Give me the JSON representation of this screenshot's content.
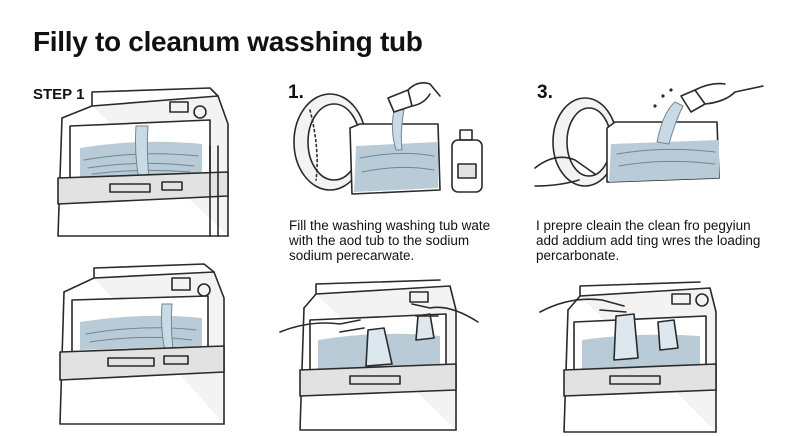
{
  "title": "Filly to cleanum wasshing tub",
  "steps": {
    "step1_label": "STEP 1",
    "step2_label": "1.",
    "step3_label": "3."
  },
  "captions": {
    "step2": "Fill the washing washing tub wate\nwith the aod tub to the sodium\nsodium perecarwate.",
    "step3": "I prepre cleain the clean fro pegyiun\nadd addium add ting wres the loading\npercarbonate."
  },
  "colors": {
    "water": "#b9cbd6",
    "water_dark": "#8fa9b9",
    "machine_body": "#f3f3f3",
    "panel": "#e2e2e2"
  }
}
